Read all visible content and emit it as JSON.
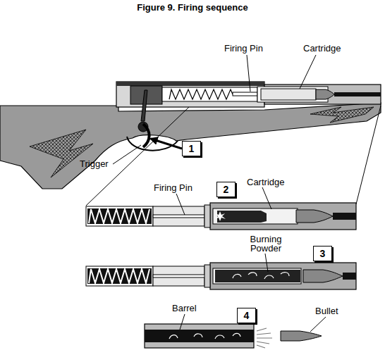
{
  "diagram": {
    "title": "Figure 9. Firing sequence",
    "nodes": [
      {
        "text": [
          "1"
        ]
      },
      {
        "text": [
          "2"
        ]
      },
      {
        "text": [
          "3"
        ]
      },
      {
        "text": [
          "4"
        ]
      }
    ],
    "labels": [
      "Firing Pin",
      "Cartridge",
      "Trigger",
      "Firing Pin",
      "Cartridge",
      "Burning Powder",
      "Barrel",
      "Bullet"
    ]
  }
}
